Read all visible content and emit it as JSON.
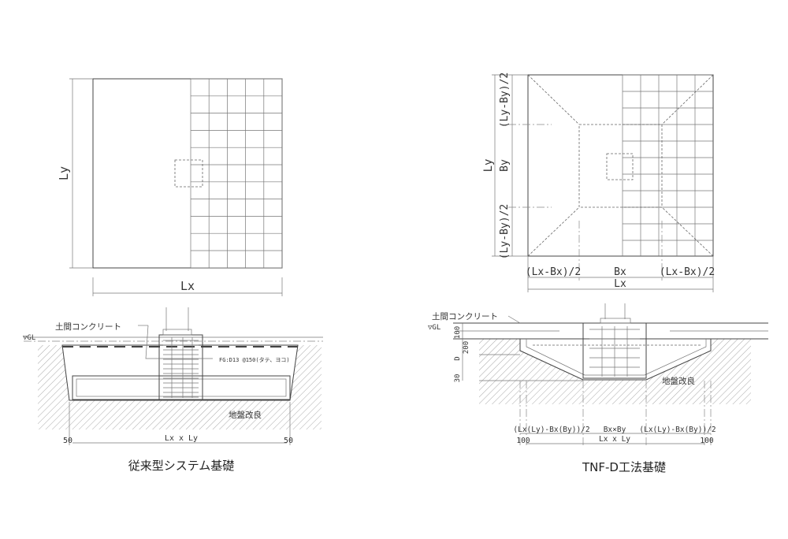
{
  "left": {
    "plan": {
      "dim_y": "Ly",
      "dim_x": "Lx"
    },
    "section": {
      "slab_label": "土間コンクリート",
      "gl_label": "▽GL",
      "rebar_label": "FG:D13 @150(タテ、ヨコ)",
      "ground_label": "地盤改良",
      "dim_left": "50",
      "dim_center": "Lx x Ly",
      "dim_right": "50"
    },
    "caption": "従来型システム基礎"
  },
  "right": {
    "plan": {
      "dim_y_total": "Ly",
      "dim_y_top": "(Ly-By)/2",
      "dim_y_mid": "By",
      "dim_y_bottom": "(Ly-By)/2",
      "dim_x_left": "(Lx-Bx)/2",
      "dim_x_mid": "Bx",
      "dim_x_right": "(Lx-Bx)/2",
      "dim_x_total": "Lx"
    },
    "section": {
      "slab_label": "土間コンクリート",
      "gl_label": "▽GL",
      "dim_100": "100",
      "dim_200": "200",
      "dim_d": "D",
      "dim_30": "30",
      "ground_label": "地盤改良",
      "dim_left_slope": "(Lx(Ly)-Bx(By))/2",
      "dim_center": "Bx×By",
      "dim_right_slope": "(Lx(Ly)-Bx(By))/2",
      "dim_left": "100",
      "dim_total": "Lx x Ly",
      "dim_right": "100"
    },
    "caption": "TNF-D工法基礎"
  }
}
